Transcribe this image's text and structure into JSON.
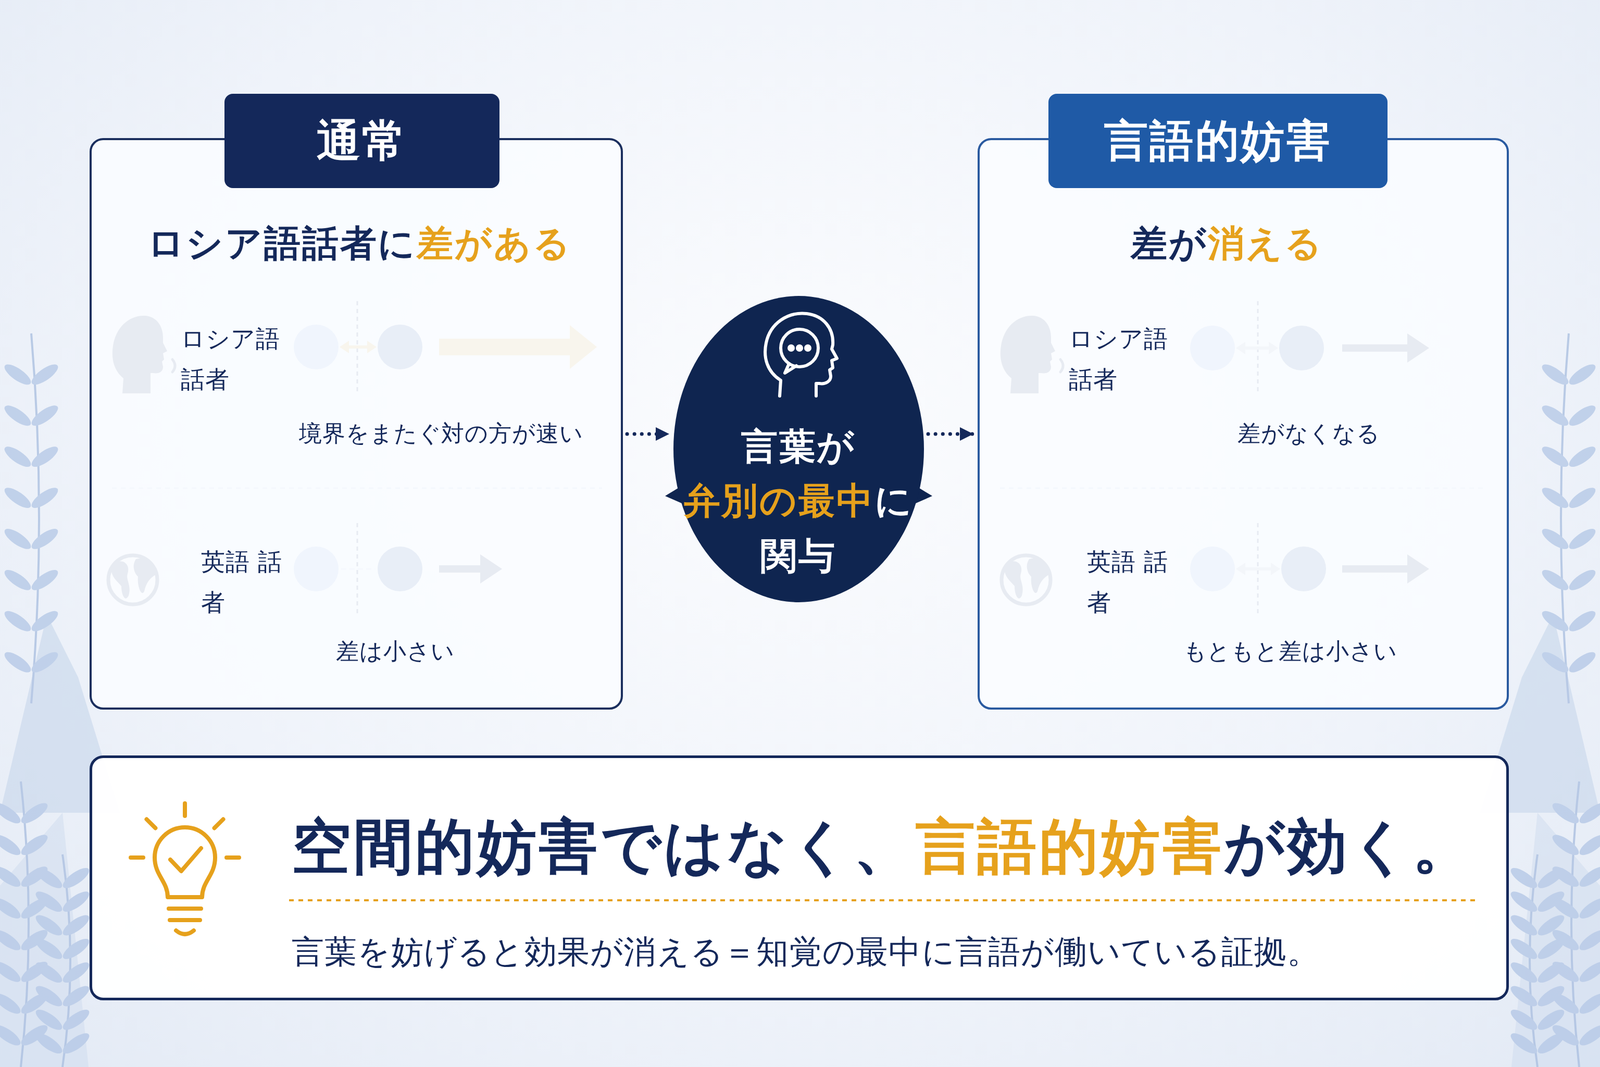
{
  "diagram": {
    "nodes": [
      {
        "text": [
          "通常",
          "ロシア語話者に",
          "差がある",
          "ロシア語 話者",
          "境界をまたぐ対の方が速い",
          "英語 話者",
          "差は小さい"
        ]
      },
      {
        "text": [
          "言葉が",
          "弁別の最中",
          "に",
          "関与"
        ]
      },
      {
        "text": [
          "言語的妨害",
          "差が",
          "消える",
          "ロシア語 話者",
          "差がなくなる",
          "英語 話者",
          "もともと差は小さい"
        ]
      },
      {
        "text": [
          "空間的妨害ではなく、",
          "言語的妨害",
          "が効く。",
          "言葉を妨げると効果が消える＝知覚の最中に言語が働いている証拠。"
        ]
      }
    ],
    "edges": [
      {
        "from": 0,
        "to": 1,
        "arrow": "to"
      },
      {
        "from": 1,
        "to": 2,
        "arrow": "to"
      }
    ]
  }
}
